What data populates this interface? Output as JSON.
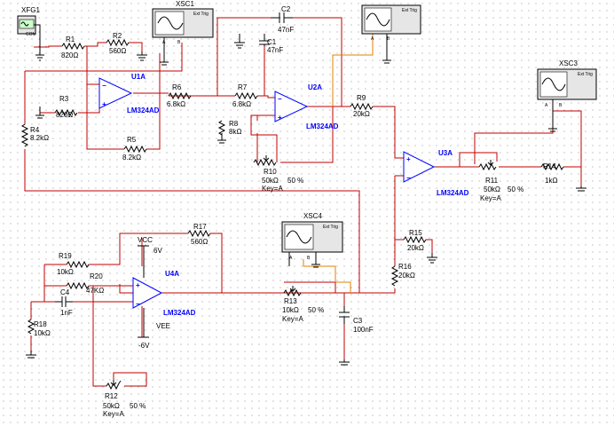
{
  "components": {
    "xfg1": {
      "ref": "XFG1",
      "label": "COM"
    },
    "xsc1": {
      "ref": "XSC1",
      "ext": "Ext Trig"
    },
    "xsc2": {
      "ext": "Ext Trig"
    },
    "xsc3": {
      "ref": "XSC3",
      "ext": "Ext Trig"
    },
    "xsc4": {
      "ref": "XSC4",
      "ext": "Ext Trig"
    },
    "scope_pins": {
      "a": "A",
      "b": "B"
    },
    "r1": {
      "ref": "R1",
      "val": "820Ω"
    },
    "r2": {
      "ref": "R2",
      "val": "560Ω"
    },
    "r3": {
      "ref": "R3",
      "val": "820Ω"
    },
    "r4": {
      "ref": "R4",
      "val": "8.2kΩ"
    },
    "r5": {
      "ref": "R5",
      "val": "8.2kΩ"
    },
    "r6": {
      "ref": "R6",
      "val": "6.8kΩ"
    },
    "r7": {
      "ref": "R7",
      "val": "6.8kΩ"
    },
    "r8": {
      "ref": "R8",
      "val": "8kΩ"
    },
    "r9": {
      "ref": "R9",
      "val": "20kΩ"
    },
    "r10": {
      "ref": "R10",
      "val": "50kΩ",
      "pct": "50 %",
      "key": "Key=A"
    },
    "r11": {
      "ref": "R11",
      "val": "50kΩ",
      "pct": "50 %",
      "key": "Key=A"
    },
    "r12": {
      "ref": "R12",
      "val": "50kΩ",
      "pct": "50 %",
      "key": "Key=A"
    },
    "r13": {
      "ref": "R13",
      "val": "10kΩ",
      "pct": "50 %",
      "key": "Key=A"
    },
    "r14": {
      "ref": "R14",
      "val": "1kΩ"
    },
    "r15": {
      "ref": "R15",
      "val": "20kΩ"
    },
    "r16": {
      "ref": "R16",
      "val": "20kΩ"
    },
    "r17": {
      "ref": "R17",
      "val": "560Ω"
    },
    "r18": {
      "ref": "R18",
      "val": "10kΩ"
    },
    "r19": {
      "ref": "R19",
      "val": "10kΩ"
    },
    "r20": {
      "ref": "R20",
      "val": "47KΩ"
    },
    "c1": {
      "ref": "C1",
      "val": "47nF"
    },
    "c2": {
      "ref": "C2",
      "val": "47nF"
    },
    "c3": {
      "ref": "C3",
      "val": "100nF"
    },
    "c4": {
      "ref": "C4",
      "val": "1nF"
    },
    "u1a": {
      "ref": "U1A",
      "part": "LM324AD"
    },
    "u2a": {
      "ref": "U2A",
      "part": "LM324AD"
    },
    "u3a": {
      "ref": "U3A",
      "part": "LM324AD"
    },
    "u4a": {
      "ref": "U4A",
      "part": "LM324AD"
    },
    "power": {
      "vcc": "VCC",
      "vcc_val": "6V",
      "vee": "VEE",
      "vee_val": "-6V"
    }
  },
  "colors": {
    "wire": "#c00000",
    "probe_wire": "#e08000",
    "opamp": "#0000ff",
    "scope_body": "#e6e6e6"
  }
}
